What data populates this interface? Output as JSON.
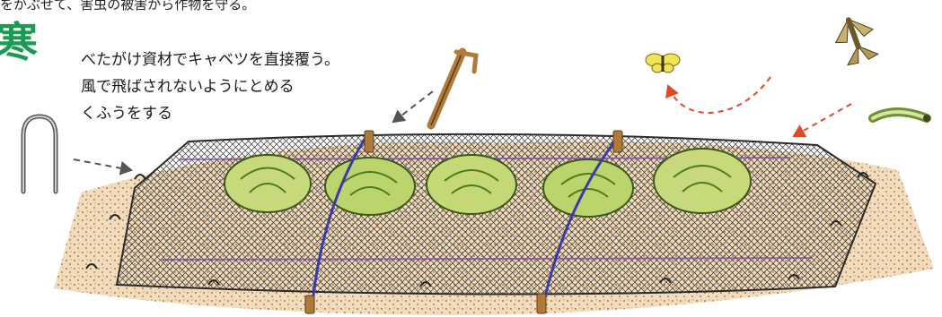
{
  "top_text": "をかぶせて、害虫の被害から作物を守る。",
  "side_char": "寒",
  "caption": {
    "line1": "べたがけ資材でキャベツを直接覆う。",
    "line2": "風で飛ばされないようにとめる",
    "line3": "くふうをする"
  },
  "icons": [
    "u-pin-icon",
    "wooden-stake-icon",
    "moth-icon",
    "butterfly-icon",
    "caterpillar-icon",
    "cabbage-icon",
    "string-tie-icon"
  ],
  "colors": {
    "accent_green": "#1a9a52",
    "pest_arrow": "#e04a2a",
    "pointer_arrow": "#555555",
    "string": "#3a3aa8",
    "soil": "#b8773f",
    "net": "#3a3a3a",
    "cabbage": "#b7cf5a"
  }
}
